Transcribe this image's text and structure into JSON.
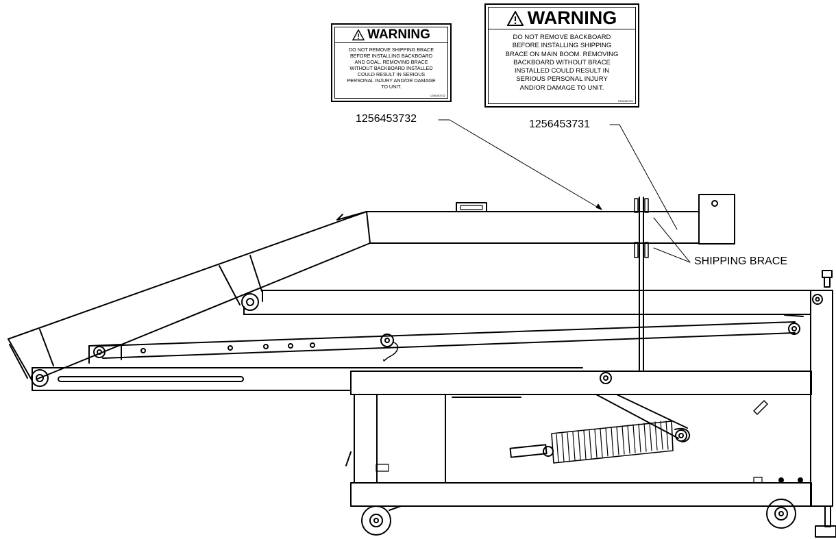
{
  "labels": {
    "small": {
      "header": "WARNING",
      "lines": [
        "DO NOT REMOVE SHIPPING BRACE",
        "BEFORE INSTALLING BACKBOARD",
        "AND GOAL.   REMOVING BRACE",
        "WITHOUT BACKBOARD INSTALLED",
        "COULD RESULT IN SERIOUS",
        "PERSONAL INJURY AND/OR DAMAGE",
        "TO UNIT."
      ],
      "part_number": "1256453732"
    },
    "large": {
      "header": "WARNING",
      "lines": [
        "DO NOT REMOVE BACKBOARD",
        "BEFORE INSTALLING SHIPPING",
        "BRACE ON MAIN BOOM.   REMOVING",
        "BACKBOARD WITHOUT BRACE",
        "INSTALLED COULD RESULT IN",
        "SERIOUS PERSONAL INJURY",
        "AND/OR DAMAGE TO UNIT."
      ],
      "part_number": "1256453731"
    }
  },
  "callouts": {
    "small_label": "1256453732",
    "large_label": "1256453731",
    "brace": "SHIPPING BRACE"
  },
  "colors": {
    "line": "#000000",
    "background": "#ffffff"
  },
  "icons": [
    "warning-triangle-icon"
  ]
}
